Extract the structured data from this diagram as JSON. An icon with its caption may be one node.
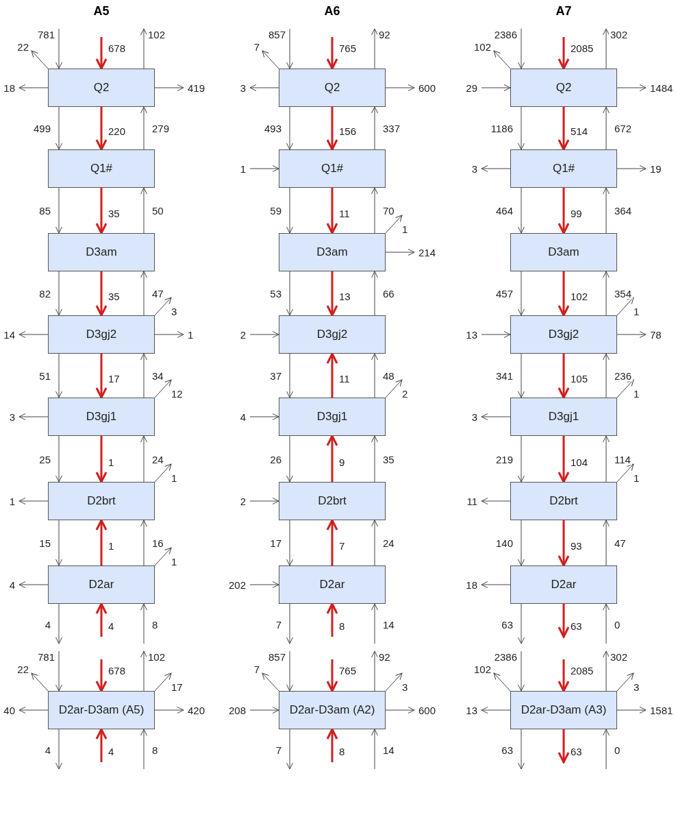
{
  "diagram": {
    "nodes": [
      {
        "text": [
          "Q2"
        ]
      },
      {
        "text": [
          "Q1#"
        ]
      },
      {
        "text": [
          "D3am"
        ]
      },
      {
        "text": [
          "D3gj2"
        ]
      },
      {
        "text": [
          "D3gj1"
        ]
      },
      {
        "text": [
          "D2brt"
        ]
      },
      {
        "text": [
          "D2ar"
        ]
      },
      {
        "text": [
          "D2ar-D3am (A5)"
        ]
      },
      {
        "text": [
          "Q2"
        ]
      },
      {
        "text": [
          "Q1#"
        ]
      },
      {
        "text": [
          "D3am"
        ]
      },
      {
        "text": [
          "D3gj2"
        ]
      },
      {
        "text": [
          "D3gj1"
        ]
      },
      {
        "text": [
          "D2brt"
        ]
      },
      {
        "text": [
          "D2ar"
        ]
      },
      {
        "text": [
          "D2ar-D3am (A2)"
        ]
      },
      {
        "text": [
          "Q2"
        ]
      },
      {
        "text": [
          "Q1#"
        ]
      },
      {
        "text": [
          "D3am"
        ]
      },
      {
        "text": [
          "D3gj2"
        ]
      },
      {
        "text": [
          "D3gj1"
        ]
      },
      {
        "text": [
          "D2brt"
        ]
      },
      {
        "text": [
          "D2ar"
        ]
      },
      {
        "text": [
          "D2ar-D3am (A3)"
        ]
      }
    ],
    "edges": [
      {
        "from": null,
        "to": 0,
        "arrow": "to",
        "label": "781"
      },
      {
        "from": null,
        "to": 0,
        "arrow": "to",
        "label": "678",
        "style": "thick",
        "color": "#d01f1f"
      },
      {
        "from": 0,
        "to": null,
        "arrow": "to",
        "label": "102"
      },
      {
        "from": 0,
        "to": null,
        "arrow": "to",
        "label": "22"
      },
      {
        "from": 0,
        "to": null,
        "arrow": "to",
        "label": "18"
      },
      {
        "from": 0,
        "to": null,
        "arrow": "to",
        "label": "419"
      },
      {
        "from": 0,
        "to": 1,
        "arrow": "to",
        "label": "499"
      },
      {
        "from": 0,
        "to": 1,
        "arrow": "to",
        "label": "220",
        "style": "thick",
        "color": "#d01f1f"
      },
      {
        "from": 1,
        "to": 0,
        "arrow": "to",
        "label": "279"
      },
      {
        "from": 1,
        "to": 2,
        "arrow": "to",
        "label": "85"
      },
      {
        "from": 1,
        "to": 2,
        "arrow": "to",
        "label": "35",
        "style": "thick",
        "color": "#d01f1f"
      },
      {
        "from": 2,
        "to": 1,
        "arrow": "to",
        "label": "50"
      },
      {
        "from": 2,
        "to": 3,
        "arrow": "to",
        "label": "82"
      },
      {
        "from": 2,
        "to": 3,
        "arrow": "to",
        "label": "35",
        "style": "thick",
        "color": "#d01f1f"
      },
      {
        "from": 3,
        "to": 2,
        "arrow": "to",
        "label": "47"
      },
      {
        "from": 3,
        "to": null,
        "arrow": "to",
        "label": "3"
      },
      {
        "from": 3,
        "to": null,
        "arrow": "to",
        "label": "14"
      },
      {
        "from": 3,
        "to": null,
        "arrow": "to",
        "label": "1"
      },
      {
        "from": 3,
        "to": 4,
        "arrow": "to",
        "label": "51"
      },
      {
        "from": 3,
        "to": 4,
        "arrow": "to",
        "label": "17",
        "style": "thick",
        "color": "#d01f1f"
      },
      {
        "from": 4,
        "to": 3,
        "arrow": "to",
        "label": "34"
      },
      {
        "from": 4,
        "to": null,
        "arrow": "to",
        "label": "12"
      },
      {
        "from": 4,
        "to": null,
        "arrow": "to",
        "label": "3"
      },
      {
        "from": 4,
        "to": 5,
        "arrow": "to",
        "label": "25"
      },
      {
        "from": 4,
        "to": 5,
        "arrow": "to",
        "label": "1",
        "style": "thick",
        "color": "#d01f1f"
      },
      {
        "from": 5,
        "to": 4,
        "arrow": "to",
        "label": "24"
      },
      {
        "from": 5,
        "to": null,
        "arrow": "to",
        "label": "1"
      },
      {
        "from": 5,
        "to": null,
        "arrow": "to",
        "label": "1"
      },
      {
        "from": 5,
        "to": 6,
        "arrow": "to",
        "label": "15"
      },
      {
        "from": 6,
        "to": 5,
        "arrow": "to",
        "label": "1",
        "style": "thick",
        "color": "#d01f1f"
      },
      {
        "from": 6,
        "to": 5,
        "arrow": "to",
        "label": "16"
      },
      {
        "from": 6,
        "to": null,
        "arrow": "to",
        "label": "1"
      },
      {
        "from": 6,
        "to": null,
        "arrow": "to",
        "label": "4"
      },
      {
        "from": 6,
        "to": null,
        "arrow": "to",
        "label": "4"
      },
      {
        "from": null,
        "to": 6,
        "arrow": "to",
        "label": "4",
        "style": "thick",
        "color": "#d01f1f"
      },
      {
        "from": null,
        "to": 6,
        "arrow": "to",
        "label": "8"
      },
      {
        "from": null,
        "to": 7,
        "arrow": "to",
        "label": "781"
      },
      {
        "from": null,
        "to": 7,
        "arrow": "to",
        "label": "678",
        "style": "thick",
        "color": "#d01f1f"
      },
      {
        "from": 7,
        "to": null,
        "arrow": "to",
        "label": "102"
      },
      {
        "from": 7,
        "to": null,
        "arrow": "to",
        "label": "22"
      },
      {
        "from": 7,
        "to": null,
        "arrow": "to",
        "label": "17"
      },
      {
        "from": 7,
        "to": null,
        "arrow": "to",
        "label": "40"
      },
      {
        "from": 7,
        "to": null,
        "arrow": "to",
        "label": "420"
      },
      {
        "from": 7,
        "to": null,
        "arrow": "to",
        "label": "4"
      },
      {
        "from": null,
        "to": 7,
        "arrow": "to",
        "label": "4",
        "style": "thick",
        "color": "#d01f1f"
      },
      {
        "from": null,
        "to": 7,
        "arrow": "to",
        "label": "8"
      },
      {
        "from": null,
        "to": 8,
        "arrow": "to",
        "label": "857"
      },
      {
        "from": null,
        "to": 8,
        "arrow": "to",
        "label": "765",
        "style": "thick",
        "color": "#d01f1f"
      },
      {
        "from": 8,
        "to": null,
        "arrow": "to",
        "label": "92"
      },
      {
        "from": 8,
        "to": null,
        "arrow": "to",
        "label": "7"
      },
      {
        "from": 8,
        "to": null,
        "arrow": "to",
        "label": "3"
      },
      {
        "from": 8,
        "to": null,
        "arrow": "to",
        "label": "600"
      },
      {
        "from": 8,
        "to": 9,
        "arrow": "to",
        "label": "493"
      },
      {
        "from": 8,
        "to": 9,
        "arrow": "to",
        "label": "156",
        "style": "thick",
        "color": "#d01f1f"
      },
      {
        "from": 9,
        "to": 8,
        "arrow": "to",
        "label": "337"
      },
      {
        "from": null,
        "to": 9,
        "arrow": "to",
        "label": "1"
      },
      {
        "from": 9,
        "to": 10,
        "arrow": "to",
        "label": "59"
      },
      {
        "from": 9,
        "to": 10,
        "arrow": "to",
        "label": "11",
        "style": "thick",
        "color": "#d01f1f"
      },
      {
        "from": 10,
        "to": 9,
        "arrow": "to",
        "label": "70"
      },
      {
        "from": 10,
        "to": null,
        "arrow": "to",
        "label": "1"
      },
      {
        "from": 10,
        "to": null,
        "arrow": "to",
        "label": "214"
      },
      {
        "from": 10,
        "to": 11,
        "arrow": "to",
        "label": "53"
      },
      {
        "from": 10,
        "to": 11,
        "arrow": "to",
        "label": "13",
        "style": "thick",
        "color": "#d01f1f"
      },
      {
        "from": 11,
        "to": 10,
        "arrow": "to",
        "label": "66"
      },
      {
        "from": null,
        "to": 11,
        "arrow": "to",
        "label": "2"
      },
      {
        "from": 11,
        "to": 12,
        "arrow": "to",
        "label": "37"
      },
      {
        "from": 12,
        "to": 11,
        "arrow": "to",
        "label": "11",
        "style": "thick",
        "color": "#d01f1f"
      },
      {
        "from": 12,
        "to": 11,
        "arrow": "to",
        "label": "48"
      },
      {
        "from": 12,
        "to": null,
        "arrow": "to",
        "label": "2"
      },
      {
        "from": null,
        "to": 12,
        "arrow": "to",
        "label": "4"
      },
      {
        "from": 12,
        "to": 13,
        "arrow": "to",
        "label": "26"
      },
      {
        "from": 13,
        "to": 12,
        "arrow": "to",
        "label": "9",
        "style": "thick",
        "color": "#d01f1f"
      },
      {
        "from": 13,
        "to": 12,
        "arrow": "to",
        "label": "35"
      },
      {
        "from": null,
        "to": 13,
        "arrow": "to",
        "label": "2"
      },
      {
        "from": 13,
        "to": 14,
        "arrow": "to",
        "label": "17"
      },
      {
        "from": 14,
        "to": 13,
        "arrow": "to",
        "label": "7",
        "style": "thick",
        "color": "#d01f1f"
      },
      {
        "from": 14,
        "to": 13,
        "arrow": "to",
        "label": "24"
      },
      {
        "from": null,
        "to": 14,
        "arrow": "to",
        "label": "202"
      },
      {
        "from": 14,
        "to": null,
        "arrow": "to",
        "label": "7"
      },
      {
        "from": null,
        "to": 14,
        "arrow": "to",
        "label": "8",
        "style": "thick",
        "color": "#d01f1f"
      },
      {
        "from": null,
        "to": 14,
        "arrow": "to",
        "label": "14"
      },
      {
        "from": null,
        "to": 15,
        "arrow": "to",
        "label": "857"
      },
      {
        "from": null,
        "to": 15,
        "arrow": "to",
        "label": "765",
        "style": "thick",
        "color": "#d01f1f"
      },
      {
        "from": 15,
        "to": null,
        "arrow": "to",
        "label": "92"
      },
      {
        "from": 15,
        "to": null,
        "arrow": "to",
        "label": "7"
      },
      {
        "from": 15,
        "to": null,
        "arrow": "to",
        "label": "3"
      },
      {
        "from": null,
        "to": 15,
        "arrow": "to",
        "label": "208"
      },
      {
        "from": 15,
        "to": null,
        "arrow": "to",
        "label": "600"
      },
      {
        "from": 15,
        "to": null,
        "arrow": "to",
        "label": "7"
      },
      {
        "from": null,
        "to": 15,
        "arrow": "to",
        "label": "8",
        "style": "thick",
        "color": "#d01f1f"
      },
      {
        "from": null,
        "to": 15,
        "arrow": "to",
        "label": "14"
      },
      {
        "from": null,
        "to": 16,
        "arrow": "to",
        "label": "2386"
      },
      {
        "from": null,
        "to": 16,
        "arrow": "to",
        "label": "2085",
        "style": "thick",
        "color": "#d01f1f"
      },
      {
        "from": 16,
        "to": null,
        "arrow": "to",
        "label": "302"
      },
      {
        "from": 16,
        "to": null,
        "arrow": "to",
        "label": "102"
      },
      {
        "from": null,
        "to": 16,
        "arrow": "to",
        "label": "29"
      },
      {
        "from": 16,
        "to": null,
        "arrow": "to",
        "label": "1484"
      },
      {
        "from": 16,
        "to": 17,
        "arrow": "to",
        "label": "1186"
      },
      {
        "from": 16,
        "to": 17,
        "arrow": "to",
        "label": "514",
        "style": "thick",
        "color": "#d01f1f"
      },
      {
        "from": 17,
        "to": 16,
        "arrow": "to",
        "label": "672"
      },
      {
        "from": 17,
        "to": null,
        "arrow": "to",
        "label": "3"
      },
      {
        "from": 17,
        "to": null,
        "arrow": "to",
        "label": "19"
      },
      {
        "from": 17,
        "to": 18,
        "arrow": "to",
        "label": "464"
      },
      {
        "from": 17,
        "to": 18,
        "arrow": "to",
        "label": "99",
        "style": "thick",
        "color": "#d01f1f"
      },
      {
        "from": 18,
        "to": 17,
        "arrow": "to",
        "label": "364"
      },
      {
        "from": 18,
        "to": 19,
        "arrow": "to",
        "label": "457"
      },
      {
        "from": 18,
        "to": 19,
        "arrow": "to",
        "label": "102",
        "style": "thick",
        "color": "#d01f1f"
      },
      {
        "from": 19,
        "to": 18,
        "arrow": "to",
        "label": "354"
      },
      {
        "from": 19,
        "to": null,
        "arrow": "to",
        "label": "1"
      },
      {
        "from": null,
        "to": 19,
        "arrow": "to",
        "label": "13"
      },
      {
        "from": 19,
        "to": null,
        "arrow": "to",
        "label": "78"
      },
      {
        "from": 19,
        "to": 20,
        "arrow": "to",
        "label": "341"
      },
      {
        "from": 19,
        "to": 20,
        "arrow": "to",
        "label": "105",
        "style": "thick",
        "color": "#d01f1f"
      },
      {
        "from": 20,
        "to": 19,
        "arrow": "to",
        "label": "236"
      },
      {
        "from": 20,
        "to": null,
        "arrow": "to",
        "label": "1"
      },
      {
        "from": 20,
        "to": null,
        "arrow": "to",
        "label": "3"
      },
      {
        "from": 20,
        "to": 21,
        "arrow": "to",
        "label": "219"
      },
      {
        "from": 20,
        "to": 21,
        "arrow": "to",
        "label": "104",
        "style": "thick",
        "color": "#d01f1f"
      },
      {
        "from": 21,
        "to": 20,
        "arrow": "to",
        "label": "114"
      },
      {
        "from": 21,
        "to": null,
        "arrow": "to",
        "label": "1"
      },
      {
        "from": 21,
        "to": null,
        "arrow": "to",
        "label": "11"
      },
      {
        "from": 21,
        "to": 22,
        "arrow": "to",
        "label": "140"
      },
      {
        "from": 21,
        "to": 22,
        "arrow": "to",
        "label": "93",
        "style": "thick",
        "color": "#d01f1f"
      },
      {
        "from": 22,
        "to": 21,
        "arrow": "to",
        "label": "47"
      },
      {
        "from": 22,
        "to": null,
        "arrow": "to",
        "label": "18"
      },
      {
        "from": 22,
        "to": null,
        "arrow": "to",
        "label": "63"
      },
      {
        "from": 22,
        "to": null,
        "arrow": "to",
        "label": "63",
        "style": "thick",
        "color": "#d01f1f"
      },
      {
        "from": null,
        "to": 22,
        "arrow": "to",
        "label": "0"
      },
      {
        "from": null,
        "to": 23,
        "arrow": "to",
        "label": "2386"
      },
      {
        "from": null,
        "to": 23,
        "arrow": "to",
        "label": "2085",
        "style": "thick",
        "color": "#d01f1f"
      },
      {
        "from": 23,
        "to": null,
        "arrow": "to",
        "label": "302"
      },
      {
        "from": 23,
        "to": null,
        "arrow": "to",
        "label": "102"
      },
      {
        "from": 23,
        "to": null,
        "arrow": "to",
        "label": "3"
      },
      {
        "from": 23,
        "to": null,
        "arrow": "to",
        "label": "13"
      },
      {
        "from": 23,
        "to": null,
        "arrow": "to",
        "label": "1581"
      },
      {
        "from": 23,
        "to": null,
        "arrow": "to",
        "label": "63"
      },
      {
        "from": 23,
        "to": null,
        "arrow": "to",
        "label": "63",
        "style": "thick",
        "color": "#d01f1f"
      },
      {
        "from": null,
        "to": 23,
        "arrow": "to",
        "label": "0"
      }
    ],
    "labels": [
      "A5",
      "A6",
      "A7"
    ]
  }
}
